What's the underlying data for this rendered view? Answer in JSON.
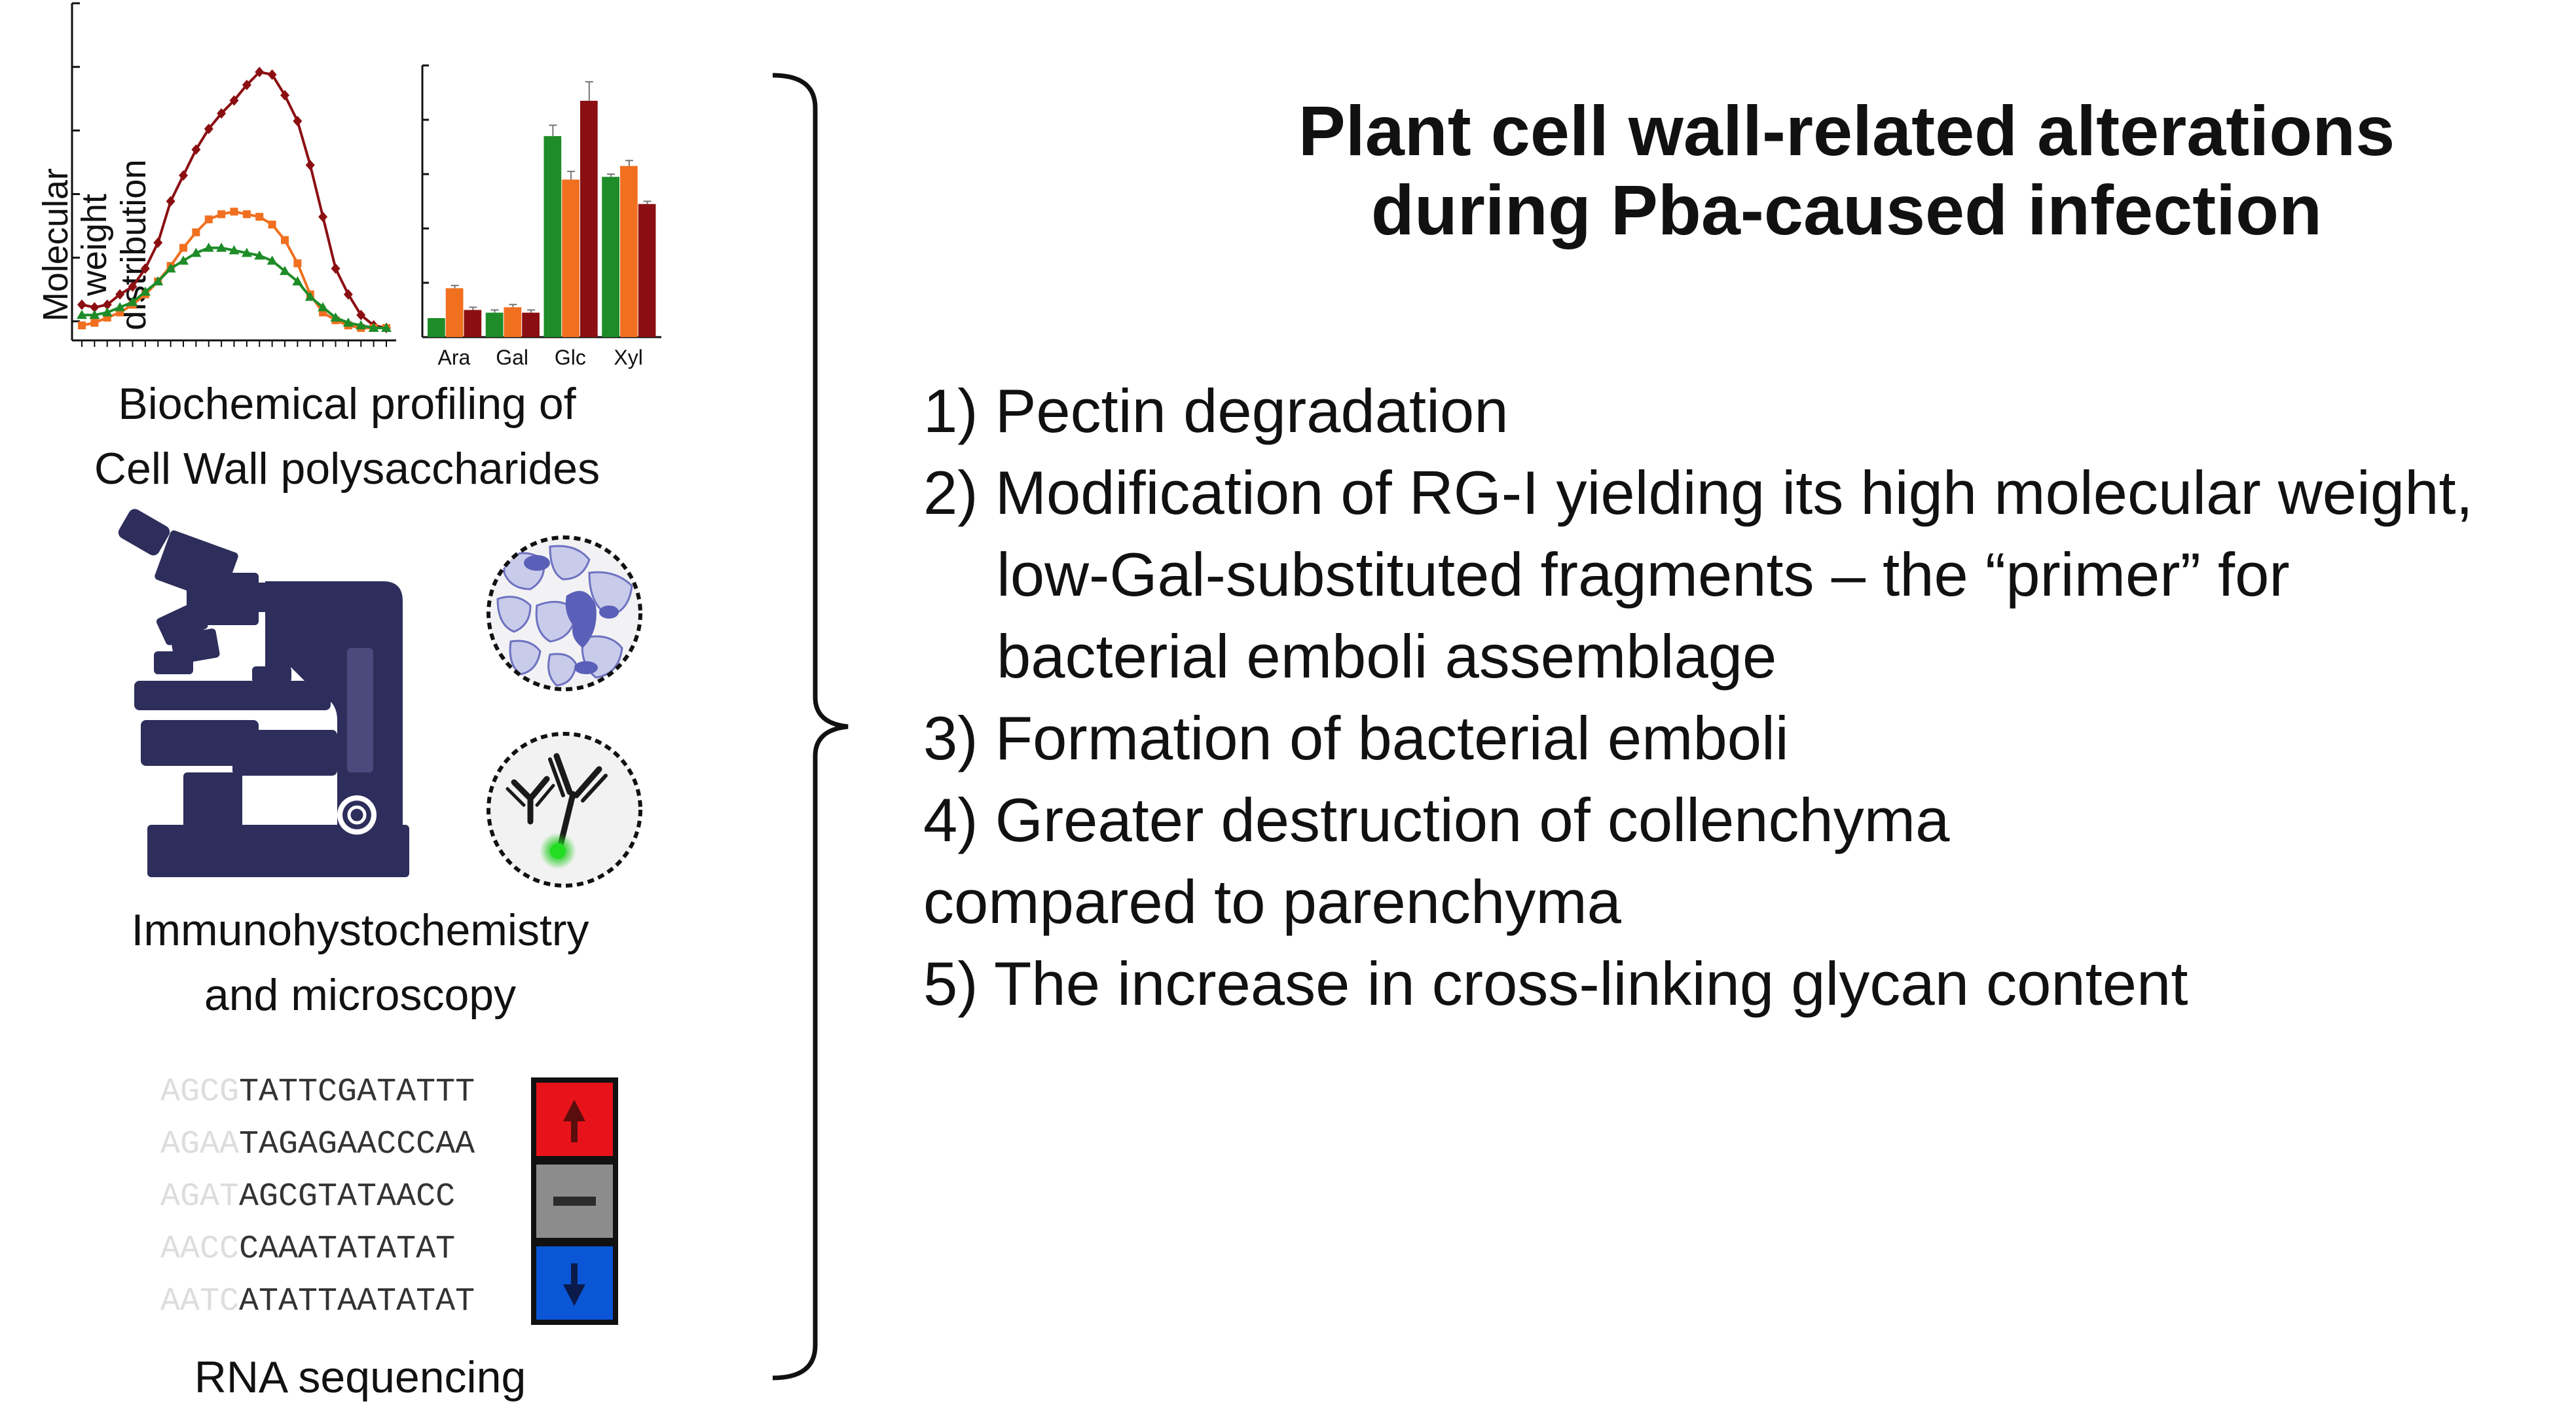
{
  "title": {
    "line1": "Plant cell wall-related alterations",
    "line2": "during Pba-caused infection"
  },
  "findings": [
    "1) Pectin degradation",
    "2) Modification of RG-I yielding its high molecular weight,",
    "low-Gal-substituted fragments – the “primer” for",
    "bacterial emboli assemblage",
    "3) Formation of bacterial emboli",
    "4) Greater destruction of collenchyma",
    "compared to parenchyma",
    "5) The increase in cross-linking glycan content"
  ],
  "panels": {
    "biochem_caption_1": "Biochemical profiling of",
    "biochem_caption_2": "Cell Wall polysaccharides",
    "microscopy_caption_1": "Immunohystochemistry",
    "microscopy_caption_2": "and microscopy",
    "rna_caption": "RNA sequencing"
  },
  "colors": {
    "dark_red": "#8B0F12",
    "orange": "#F07020",
    "green": "#1E8C28",
    "microscope": "#2E2E5C",
    "up_box": "#E8131A",
    "neutral_box": "#8C8C8C",
    "down_box": "#0A56D6"
  },
  "sequences": [
    {
      "faded": "AGCG",
      "text": "TATTCGATATTT"
    },
    {
      "faded": "AGAA",
      "text": "TAGAGAACCCAA"
    },
    {
      "faded": "AGAT",
      "text": "AGCGTATAACC"
    },
    {
      "faded": "AACC",
      "text": "CAAATATATAT"
    },
    {
      "faded": "AATC",
      "text": "ATATTAATATAT"
    }
  ],
  "icons": [
    "microscope-icon",
    "tissue-section-icon",
    "antibody-icon",
    "up-arrow-icon",
    "neutral-dash-icon",
    "down-arrow-icon"
  ],
  "chart_data": [
    {
      "type": "line",
      "ylabel": "Molecular weight distribution",
      "xlabel": "",
      "x": [
        1,
        2,
        3,
        4,
        5,
        6,
        7,
        8,
        9,
        10,
        11,
        12,
        13,
        14,
        15,
        16,
        17,
        18,
        19,
        20,
        21,
        22,
        23,
        24,
        25
      ],
      "series": [
        {
          "color": "#8B0F12",
          "values": [
            0.1,
            0.09,
            0.1,
            0.14,
            0.17,
            0.24,
            0.34,
            0.5,
            0.6,
            0.7,
            0.78,
            0.84,
            0.89,
            0.95,
            1.0,
            0.99,
            0.91,
            0.81,
            0.64,
            0.44,
            0.24,
            0.14,
            0.06,
            0.02,
            0.01
          ]
        },
        {
          "color": "#F07020",
          "values": [
            0.02,
            0.03,
            0.05,
            0.07,
            0.1,
            0.14,
            0.19,
            0.25,
            0.32,
            0.38,
            0.43,
            0.45,
            0.46,
            0.45,
            0.44,
            0.41,
            0.35,
            0.26,
            0.14,
            0.07,
            0.04,
            0.02,
            0.01,
            0.01,
            0.01
          ]
        },
        {
          "color": "#1E8C28",
          "values": [
            0.06,
            0.06,
            0.07,
            0.09,
            0.11,
            0.15,
            0.19,
            0.24,
            0.27,
            0.3,
            0.32,
            0.32,
            0.31,
            0.3,
            0.29,
            0.27,
            0.23,
            0.19,
            0.13,
            0.09,
            0.05,
            0.03,
            0.02,
            0.01,
            0.01
          ]
        }
      ]
    },
    {
      "type": "bar",
      "categories": [
        "Ara",
        "Gal",
        "Glc",
        "Xyl"
      ],
      "ylim": [
        0,
        1
      ],
      "series": [
        {
          "color": "#1E8C28",
          "values": [
            0.07,
            0.09,
            0.74,
            0.59
          ],
          "errors": [
            0.0,
            0.01,
            0.04,
            0.01
          ]
        },
        {
          "color": "#F07020",
          "values": [
            0.18,
            0.11,
            0.58,
            0.63
          ],
          "errors": [
            0.01,
            0.01,
            0.03,
            0.02
          ]
        },
        {
          "color": "#8B0F12",
          "values": [
            0.1,
            0.09,
            0.87,
            0.49
          ],
          "errors": [
            0.01,
            0.01,
            0.07,
            0.01
          ]
        }
      ]
    }
  ]
}
